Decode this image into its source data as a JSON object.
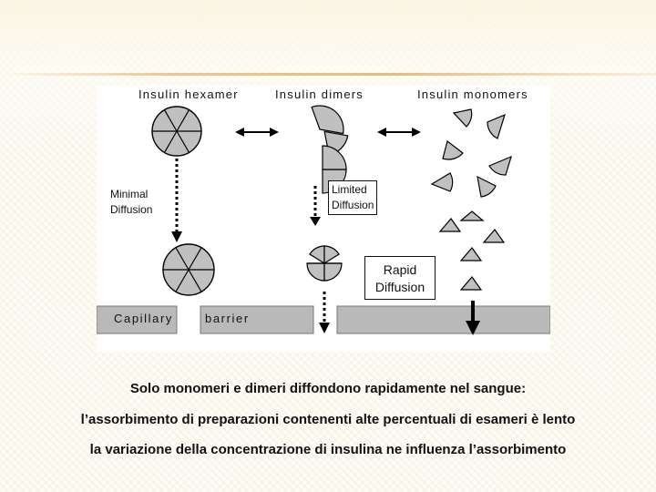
{
  "figure": {
    "titles": {
      "hexamer": "Insulin hexamer",
      "dimers": "Insulin dimers",
      "monomers": "Insulin monomers"
    },
    "labels": {
      "minimal": "Minimal\nDiffusion",
      "limited": "Limited\nDiffusion",
      "rapid": "Rapid\nDiffusion"
    },
    "barrier": {
      "left": "Capillary",
      "right": "barrier"
    }
  },
  "captions": {
    "line1": "Solo monomeri  e dimeri diffondono rapidamente nel sangue:",
    "line2": "l’assorbimento di preparazioni contenenti alte percentuali di esameri è lento",
    "line3": "la variazione della concentrazione di insulina ne influenza l’assorbimento"
  },
  "colors": {
    "shape_fill": "#c0c0c0",
    "barrier_fill": "#b9b9b9",
    "accent_rule": "#e4bd7c"
  }
}
